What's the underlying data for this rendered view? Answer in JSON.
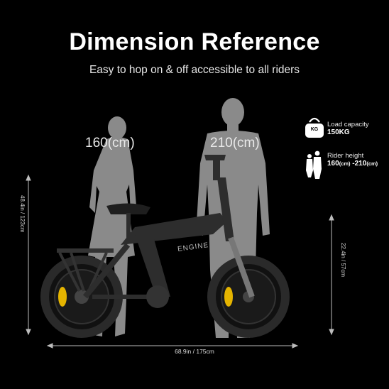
{
  "title": "Dimension Reference",
  "subtitle": "Easy to hop on & off accessible to all riders",
  "heights": {
    "short": "160(cm)",
    "tall": "210(cm)"
  },
  "specs": {
    "load": {
      "label": "Load capacity",
      "value": "150KG",
      "icon": "kettlebell-icon",
      "badge": "KG"
    },
    "rider": {
      "label": "Rider height",
      "value_a": "160",
      "unit_a": "(cm)",
      "sep": " -210",
      "unit_b": "(cm)",
      "icon": "rider-silhouettes-icon"
    }
  },
  "dimensions": {
    "total_height": "48.4in / 123cm",
    "wheel_height": "22.4in / 57cm",
    "length": "68.9in / 175cm"
  },
  "brand_text": "ENGINE"
}
